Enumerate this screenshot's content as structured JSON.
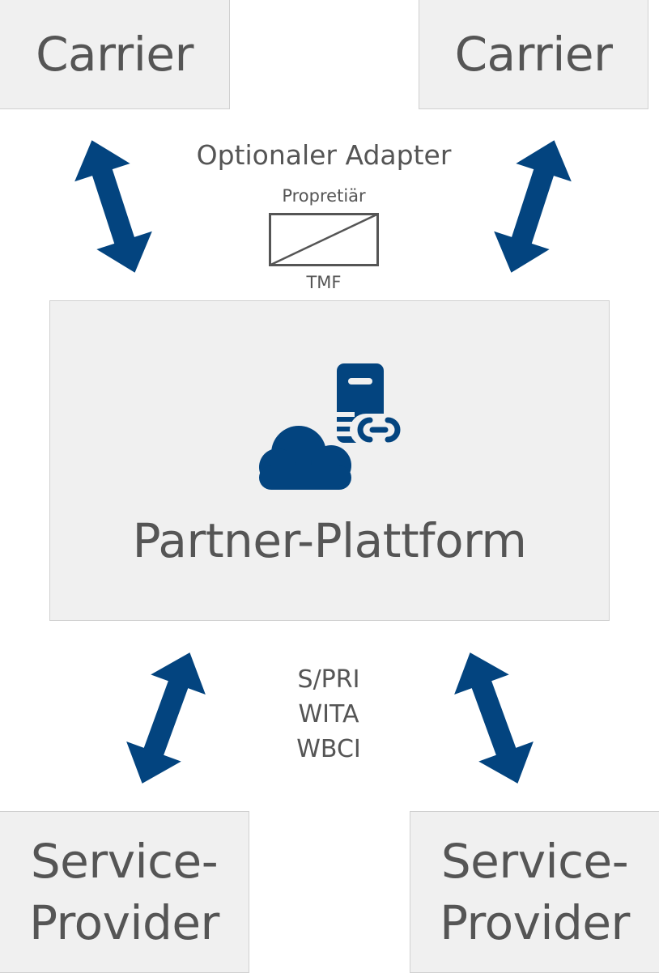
{
  "colors": {
    "arrow": "#03447f",
    "icon": "#03447f",
    "box_fill": "#f0f0f0",
    "box_border": "#d0d0d0",
    "text": "#555555"
  },
  "carriers": {
    "left": {
      "label": "Carrier"
    },
    "right": {
      "label": "Carrier"
    }
  },
  "adapter": {
    "title": "Optionaler Adapter",
    "top_label": "Propretiär",
    "bottom_label": "TMF",
    "symbol_icon": "converter-box-icon"
  },
  "platform": {
    "title": "Partner-Plattform",
    "icons": [
      "cloud-icon",
      "server-link-icon"
    ]
  },
  "protocols": [
    "S/PRI",
    "WITA",
    "WBCI"
  ],
  "service_providers": {
    "left": {
      "line1": "Service-",
      "line2": "Provider"
    },
    "right": {
      "line1": "Service-",
      "line2": "Provider"
    }
  },
  "arrows": [
    "double-arrow-icon",
    "double-arrow-icon",
    "double-arrow-icon",
    "double-arrow-icon"
  ]
}
